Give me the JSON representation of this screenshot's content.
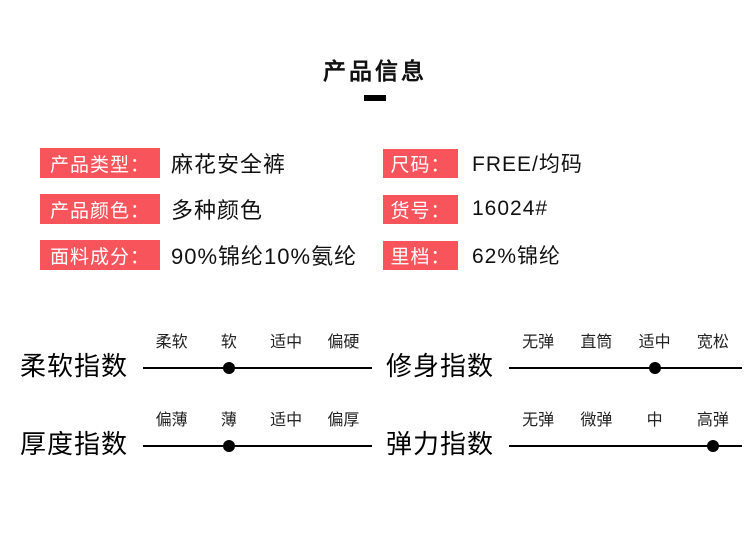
{
  "page": {
    "title": "产品信息"
  },
  "info": {
    "left": [
      {
        "label": "产品类型：",
        "value": "麻花安全裤"
      },
      {
        "label": "产品颜色：",
        "value": "多种颜色"
      },
      {
        "label": "面料成分：",
        "value": "90%锦纶10%氨纶"
      }
    ],
    "right": [
      {
        "label": "尺码：",
        "value": "FREE/均码"
      },
      {
        "label": "货号：",
        "value": "16024#"
      },
      {
        "label": "里档：",
        "value": "62%锦纶"
      }
    ]
  },
  "sliders": [
    {
      "name": "柔软指数",
      "ticks": [
        "柔软",
        "软",
        "适中",
        "偏硬"
      ],
      "selected_index": 1,
      "selected": "软"
    },
    {
      "name": "修身指数",
      "ticks": [
        "无弹",
        "直筒",
        "适中",
        "宽松"
      ],
      "selected_index": 2,
      "selected": "适中"
    },
    {
      "name": "厚度指数",
      "ticks": [
        "偏薄",
        "薄",
        "适中",
        "偏厚"
      ],
      "selected_index": 1,
      "selected": "薄"
    },
    {
      "name": "弹力指数",
      "ticks": [
        "无弹",
        "微弹",
        "中",
        "高弹"
      ],
      "selected_index": 3,
      "selected": "高弹"
    }
  ],
  "colors": {
    "tag_background": "#f8545b",
    "tag_text": "#ffffff",
    "body_text": "#111111",
    "slider_line": "#000000"
  }
}
